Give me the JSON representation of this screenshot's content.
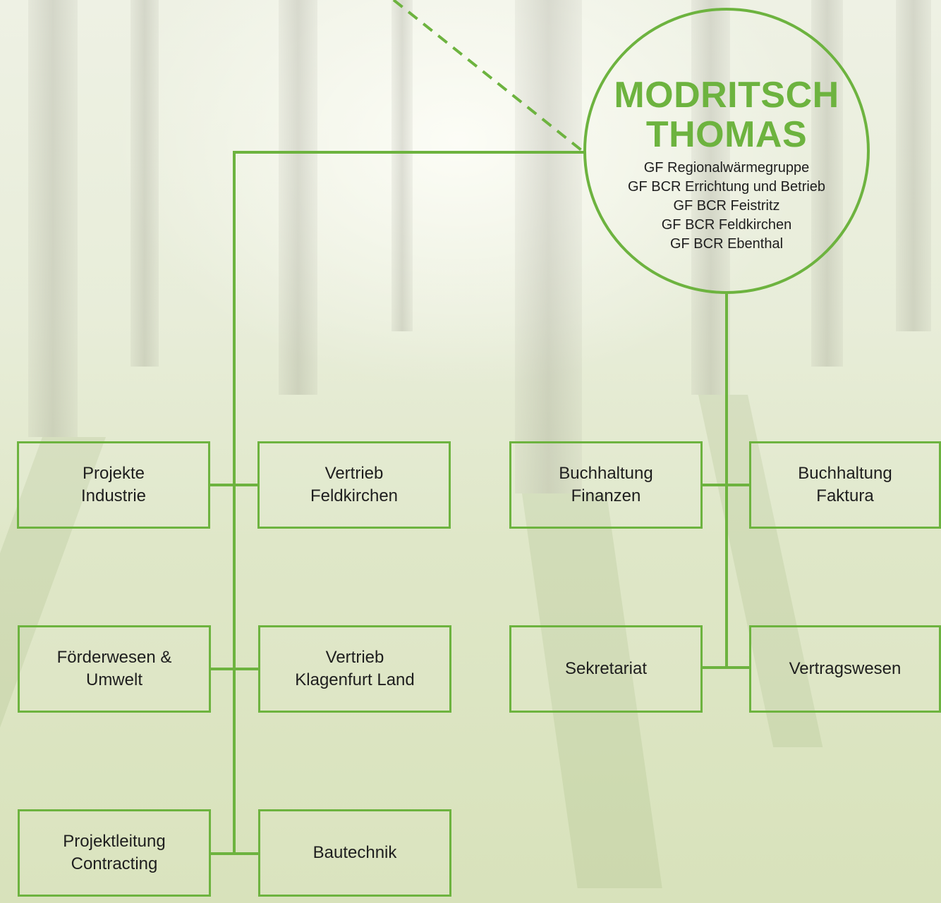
{
  "head": {
    "name": "MODRITSCH\nTHOMAS",
    "roles": [
      "GF Regionalwärmegruppe",
      "GF BCR Errichtung und Betrieb",
      "GF BCR Feistritz",
      "GF BCR Feldkirchen",
      "GF BCR Ebenthal"
    ]
  },
  "units": {
    "projekte_industrie": "Projekte\nIndustrie",
    "vertrieb_feldkirchen": "Vertrieb\nFeldkirchen",
    "foerderwesen_umwelt": "Förderwesen &\nUmwelt",
    "vertrieb_klagenfurt_land": "Vertrieb\nKlagenfurt Land",
    "projektleitung_contracting": "Projektleitung\nContracting",
    "bautechnik": "Bautechnik",
    "buchhaltung_finanzen": "Buchhaltung\nFinanzen",
    "buchhaltung_faktura": "Buchhaltung\nFaktura",
    "sekretariat": "Sekretariat",
    "vertragswesen": "Vertragswesen"
  },
  "colors": {
    "accent_green": "#6db33f",
    "text": "#1e1e1e"
  }
}
